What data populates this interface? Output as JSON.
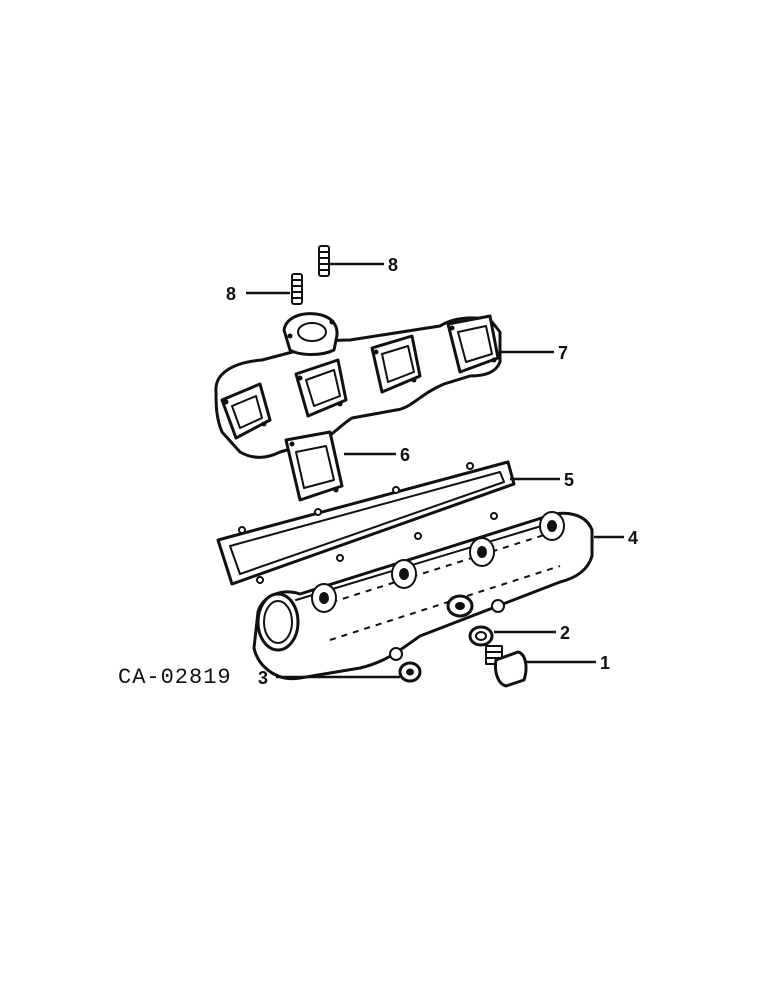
{
  "drawing_ref": "CA-02819",
  "callouts": [
    {
      "id": "1"
    },
    {
      "id": "2"
    },
    {
      "id": "3"
    },
    {
      "id": "4"
    },
    {
      "id": "5"
    },
    {
      "id": "6"
    },
    {
      "id": "7"
    },
    {
      "id": "8"
    }
  ],
  "colors": {
    "ink": "#111111",
    "paper": "#ffffff"
  }
}
